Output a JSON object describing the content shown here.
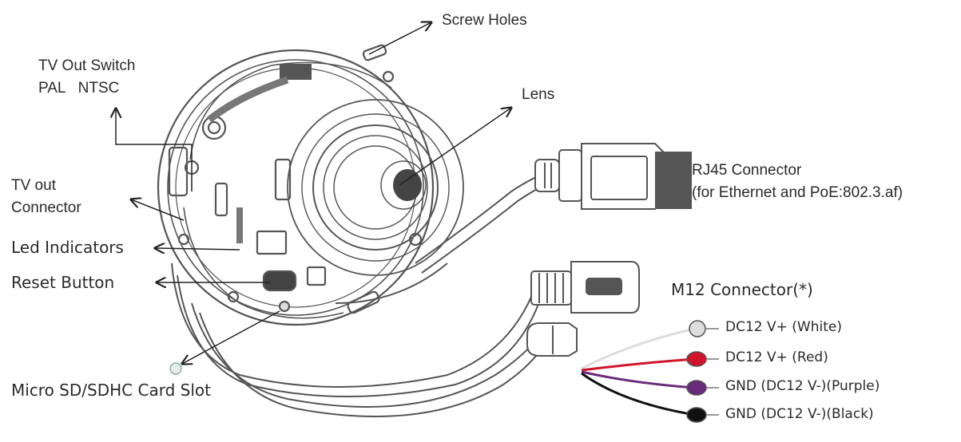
{
  "labels": {
    "screw_holes": "Screw Holes",
    "tv_out_switch": "TV Out Switch",
    "pal_ntsc": "PAL   NTSC",
    "lens": "Lens",
    "tv_out": "TV out",
    "connector": "Connector",
    "rj45_connector": "RJ45 Connector",
    "rj45_note": "(for Ethernet and PoE:802.3.af)",
    "led_indicators": "Led Indicators",
    "reset_button": "Reset Button",
    "m12_connector": "M12 Connector(*)",
    "dc12_white": "DC12 V+ (White)",
    "dc12_red": "DC12 V+ (Red)",
    "gnd_purple": "GND (DC12 V-)(Purple)",
    "gnd_black": "GND (DC12 V-)(Black)",
    "micro_sd": "Micro SD/SDHC Card Slot"
  },
  "colors": {
    "outline": "#555555",
    "wire_white": "#dddddd",
    "wire_red": "#d0142a",
    "wire_purple": "#6a2a7a",
    "wire_black": "#111111"
  }
}
